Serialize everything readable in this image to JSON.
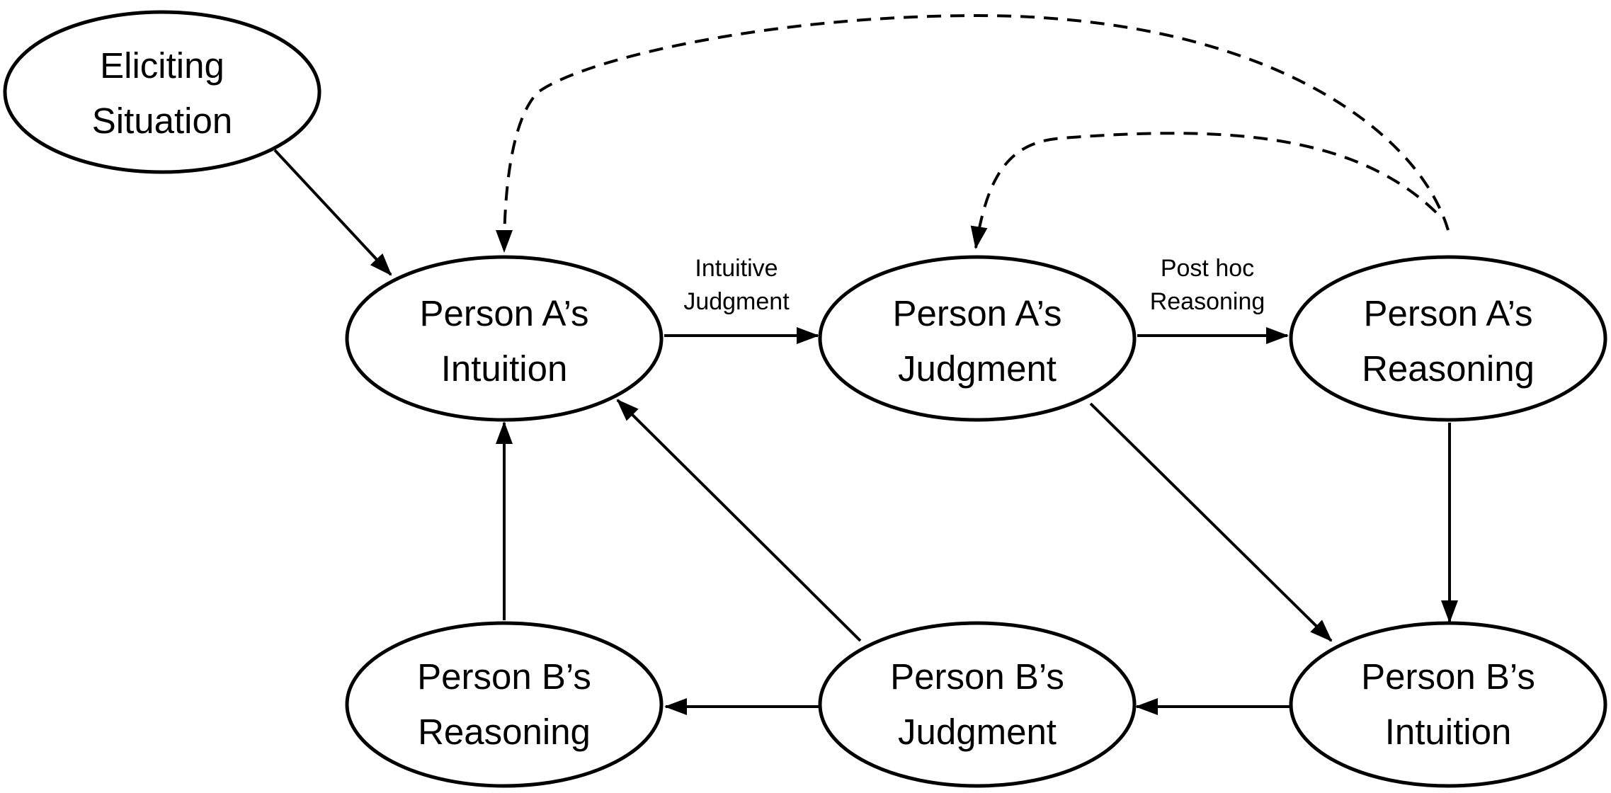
{
  "nodes": {
    "eliciting_situation": {
      "line1": "Eliciting",
      "line2": "Situation"
    },
    "a_intuition": {
      "line1": "Person A’s",
      "line2": "Intuition"
    },
    "a_judgment": {
      "line1": "Person A’s",
      "line2": "Judgment"
    },
    "a_reasoning": {
      "line1": "Person A’s",
      "line2": "Reasoning"
    },
    "b_reasoning": {
      "line1": "Person B’s",
      "line2": "Reasoning"
    },
    "b_judgment": {
      "line1": "Person B’s",
      "line2": "Judgment"
    },
    "b_intuition": {
      "line1": "Person B’s",
      "line2": "Intuition"
    }
  },
  "edge_labels": {
    "intuitive_judgment": {
      "line1": "Intuitive",
      "line2": "Judgment"
    },
    "post_hoc_reasoning": {
      "line1": "Post hoc",
      "line2": "Reasoning"
    }
  },
  "edges": [
    {
      "from": "eliciting_situation",
      "to": "a_intuition",
      "style": "solid"
    },
    {
      "from": "a_intuition",
      "to": "a_judgment",
      "style": "solid",
      "label": "intuitive_judgment"
    },
    {
      "from": "a_judgment",
      "to": "a_reasoning",
      "style": "solid",
      "label": "post_hoc_reasoning"
    },
    {
      "from": "a_reasoning",
      "to": "a_judgment",
      "style": "dashed"
    },
    {
      "from": "a_reasoning",
      "to": "a_intuition",
      "style": "dashed"
    },
    {
      "from": "a_judgment",
      "to": "b_intuition",
      "style": "solid"
    },
    {
      "from": "a_reasoning",
      "to": "b_intuition",
      "style": "solid"
    },
    {
      "from": "b_intuition",
      "to": "b_judgment",
      "style": "solid"
    },
    {
      "from": "b_judgment",
      "to": "b_reasoning",
      "style": "solid"
    },
    {
      "from": "b_judgment",
      "to": "a_intuition",
      "style": "solid"
    },
    {
      "from": "b_reasoning",
      "to": "a_intuition",
      "style": "solid"
    }
  ]
}
